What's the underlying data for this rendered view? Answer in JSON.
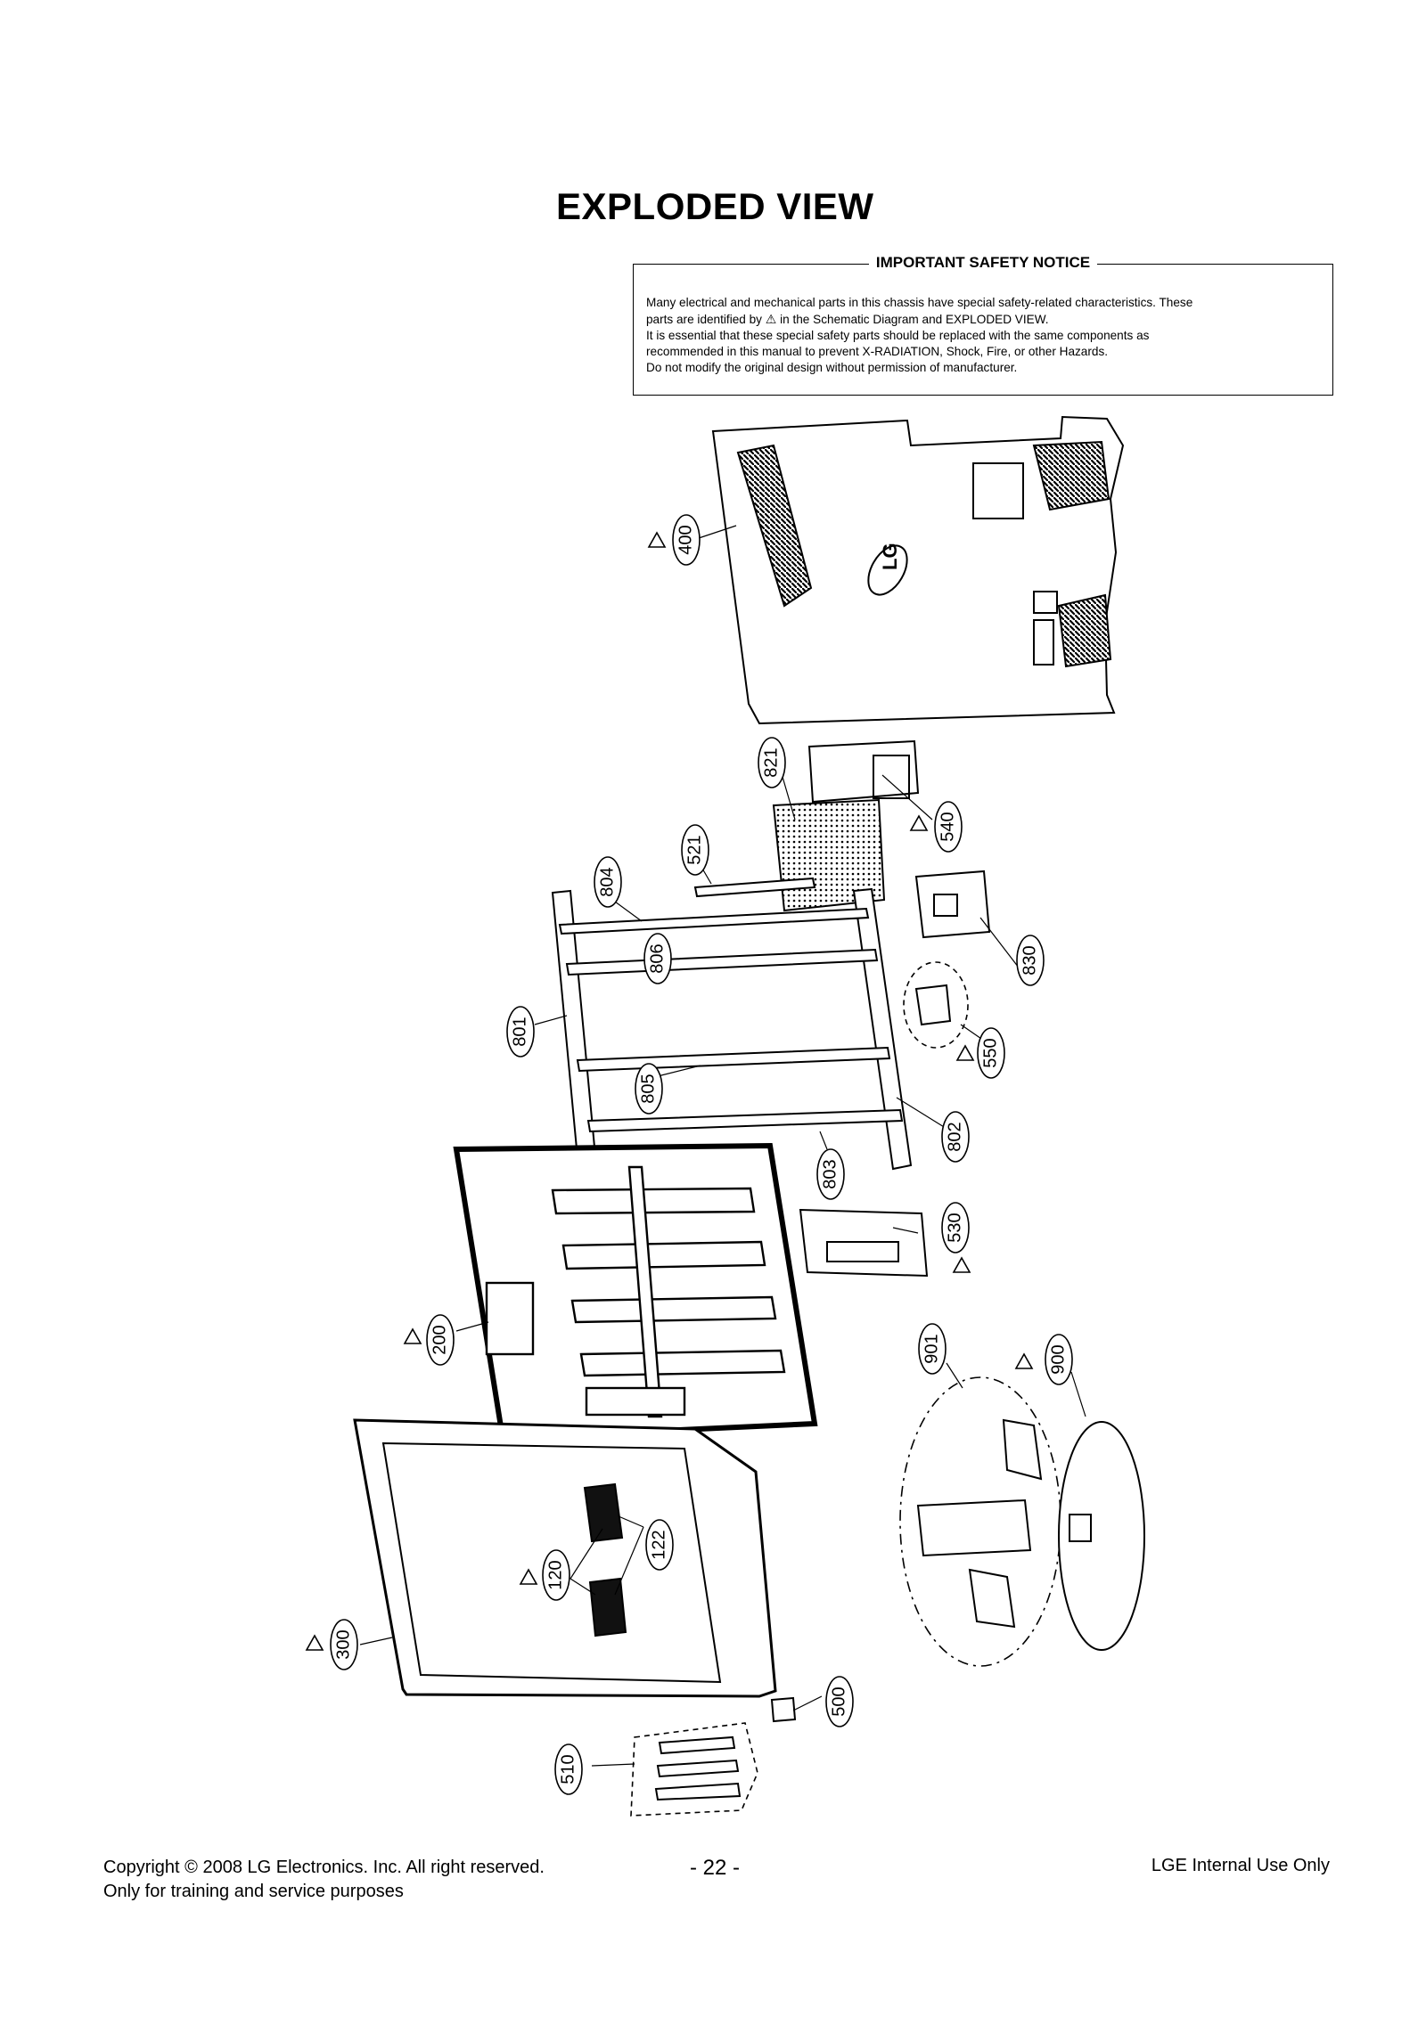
{
  "title": "EXPLODED VIEW",
  "notice": {
    "heading": "IMPORTANT SAFETY NOTICE",
    "line1": "Many electrical and mechanical parts in this chassis have special safety-related characteristics. These",
    "line2a": "parts are identified by",
    "line2b": "in the Schematic Diagram and EXPLODED VIEW.",
    "line3": "It is essential that these special safety parts should be replaced with the same components as",
    "line4": "recommended in this manual to prevent X-RADIATION, Shock, Fire, or other Hazards.",
    "line5": "Do not modify the original design without permission of manufacturer."
  },
  "parts": {
    "p400": "400",
    "p821": "821",
    "p540": "540",
    "p521": "521",
    "p804": "804",
    "p830": "830",
    "p806": "806",
    "p801": "801",
    "p550": "550",
    "p805": "805",
    "p802": "802",
    "p803": "803",
    "p530": "530",
    "p200": "200",
    "p901": "901",
    "p900": "900",
    "p122": "122",
    "p120": "120",
    "p300": "300",
    "p500": "500",
    "p510": "510"
  },
  "logo_text": "LG",
  "footer": {
    "copyright": "Copyright © 2008 LG Electronics. Inc. All right reserved.",
    "purpose": "Only for training and service purposes",
    "page": "- 22 -",
    "internal": "LGE Internal Use Only"
  }
}
